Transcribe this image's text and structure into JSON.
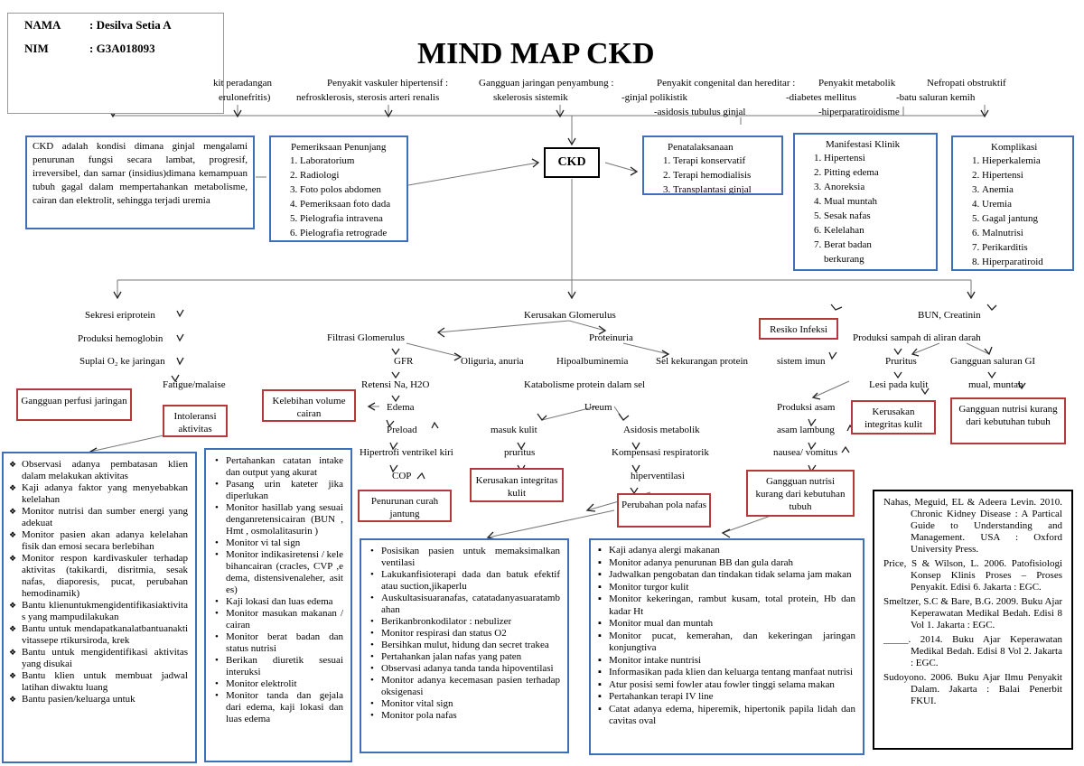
{
  "identity": {
    "nama_label": "NAMA",
    "nama_value": ": Desilva Setia A",
    "nim_label": "NIM",
    "nim_value": ": G3A018093"
  },
  "title": "MIND MAP CKD",
  "causes": {
    "c1a": "kit peradangan",
    "c1b": "erulonefritis)",
    "c2a": "Penyakit vaskuler hipertensif :",
    "c2b": "nefrosklerosis, sterosis arteri renalis",
    "c3a": "Gangguan jaringan penyambung :",
    "c3b": "skelerosis sistemik",
    "c4a": "Penyakit congenital dan hereditar :",
    "c4b": "-ginjal polikistik",
    "c4c": "-asidosis tubulus ginjal",
    "c5a": "Penyakit metabolik",
    "c5b": "-diabetes mellitus",
    "c5c": "-hiperparatiroidisme",
    "c6a": "Nefropati obstruktif",
    "c6b": "-batu saluran kemih"
  },
  "definition": "CKD adalah kondisi dimana ginjal mengalami penurunan fungsi secara lambat, progresif, irreversibel, dan samar (insidius)dimana kemampuan tubuh gagal dalam mempertahankan metabolisme, cairan dan elektrolit, sehingga terjadi uremia",
  "pemeriksaan": {
    "title": "Pemeriksaan Penunjang",
    "items": [
      "Laboratorium",
      "Radiologi",
      "Foto polos abdomen",
      "Pemeriksaan foto dada",
      "Pielografia intravena",
      "Pielografia retrograde"
    ]
  },
  "center": "CKD",
  "penatalaksanaan": {
    "title": "Penatalaksanaan",
    "items": [
      "Terapi konservatif",
      "Terapi hemodialisis",
      "Transplantasi ginjal"
    ]
  },
  "manifestasi": {
    "title": "Manifestasi Klinik",
    "items": [
      "Hipertensi",
      "Pitting edema",
      "Anoreksia",
      "Mual muntah",
      "Sesak nafas",
      "Kelelahan",
      "Berat badan berkurang"
    ]
  },
  "komplikasi": {
    "title": "Komplikasi",
    "items": [
      "Hieperkalemia",
      "Hipertensi",
      "Anemia",
      "Uremia",
      "Gagal jantung",
      "Malnutrisi",
      "Perikarditis",
      "Hiperparatiroid"
    ]
  },
  "flow": {
    "sekresi": "Sekresi eriprotein",
    "produksi_hb": "Produksi hemoglobin",
    "suplai": "Suplai O₂ ke jaringan",
    "fatigue": "Fatigue/malaise",
    "kerusakan_glom": "Kerusakan Glomerulus",
    "filtrasi": "Filtrasi Glomerulus",
    "proteinuria": "Proteinuria",
    "gfr": "GFR",
    "oliguria": "Oliguria, anuria",
    "hipoalb": "Hipoalbuminemia",
    "sel_kekurangan": "Sel kekurangan protein",
    "sistem_imun": "sistem imun",
    "retensi": "Retensi Na, H2O",
    "katabolisme": "Katabolisme protein dalam sel",
    "edema": "Edema",
    "ureum": "Ureum",
    "preload": "Preload",
    "masuk_kulit": "masuk kulit",
    "asidosis": "Asidosis metabolik",
    "hipertrofi": "Hipertrofi ventrikel kiri",
    "pruritus_mid": "pruritus",
    "kompensasi": "Kompensasi respiratorik",
    "cop": "COP",
    "hiperventilasi": "hiperventilasi",
    "bun": "BUN, Creatinin",
    "produksi_sampah": "Produksi sampah di aliran darah",
    "pruritus_r": "Pruritus",
    "gangguan_gi": "Gangguan saluran GI",
    "lesi": "Lesi pada kulit",
    "mual": "mual, muntah",
    "produksi_asam": "Produksi asam",
    "asam_lambung": "asam lambung",
    "nausea": "nausea/ vomitus"
  },
  "diagnoses": {
    "gangguan_perfusi": "Gangguan perfusi jaringan",
    "intoleransi": "Intoleransi aktivitas",
    "kelebihan": "Kelebihan volume cairan",
    "penurunan_curah": "Penurunan curah jantung",
    "kerusakan_kulit_mid": "Kerusakan integritas kulit",
    "perubahan_pola": "Perubahan pola nafas",
    "resiko_infeksi": "Resiko Infeksi",
    "kerusakan_kulit_r": "Kerusakan integritas kulit",
    "nutrisi_r": "Gangguan nutrisi kurang dari kebutuhan tubuh",
    "nutrisi_mid": "Gangguan nutrisi kurang dari kebutuhan tubuh"
  },
  "interv_aktivitas": [
    "Observasi adanya pembatasan klien dalam melakukan aktivitas",
    "Kaji adanya faktor yang menyebabkan kelelahan",
    "Monitor nutrisi dan sumber energi yang adekuat",
    "Monitor pasien akan adanya kelelahan fisik dan emosi secara berlebihan",
    "Monitor respon kardivaskuler terhadap aktivitas (takikardi, disritmia, sesak nafas, diaporesis, pucat, perubahan hemodinamik)",
    "Bantu klienuntukmengidentifikasiaktivitas yang mampudilakukan",
    "Bantu untuk mendapatkanalatbantuanaktivitassepe rtikursiroda, krek",
    "Bantu untuk mengidentifikasi aktivitas yang disukai",
    "Bantu klien untuk membuat jadwal latihan diwaktu luang",
    "Bantu pasien/keluarga untuk"
  ],
  "interv_cairan": [
    "Pertahankan catatan intake dan output yang akurat",
    "Pasang urin kateter jika diperlukan",
    "Monitor hasillab yang sesuaidenganretensicairan (BUN ,Hmt , osmolalitasurin )",
    "Monitor vi tal sign",
    "Monitor indikasiretensi / kelebihancairan (cracles, CVP ,edema, distensivenaleher, asites)",
    "Kaji lokasi dan luas edema",
    "Monitor masukan makanan / cairan",
    "Monitor berat badan dan status nutrisi",
    "Berikan diuretik sesuai interuksi",
    "Monitor elektrolit",
    "Monitor tanda dan gejala dari edema, kaji lokasi dan luas edema"
  ],
  "interv_nafas": [
    "Posisikan pasien untuk memaksimalkan ventilasi",
    "Lakukanfisioterapi dada dan batuk efektif atau suction,jikaperlu",
    "Auskultasisuaranafas, catatadanyasuaratambahan",
    "Berikanbronkodilator : nebulizer",
    "Monitor respirasi dan status O2",
    "Bersihkan mulut, hidung dan secret trakea",
    "Pertahankan jalan nafas yang paten",
    "Observasi adanya tanda tanda hipoventilasi",
    "Monitor adanya kecemasan pasien terhadap oksigenasi",
    "Monitor vital sign",
    "Monitor pola nafas"
  ],
  "interv_nutrisi": [
    "Kaji adanya alergi makanan",
    "Monitor adanya penurunan BB dan gula darah",
    "Jadwalkan pengobatan dan tindakan tidak selama jam makan",
    "Monitor turgor kulit",
    "Monitor kekeringan, rambut kusam, total protein, Hb dan kadar Ht",
    "Monitor mual dan muntah",
    "Monitor pucat, kemerahan, dan kekeringan jaringan konjungtiva",
    "Monitor intake nuntrisi",
    "Informasikan pada klien dan keluarga tentang manfaat nutrisi",
    "Atur posisi semi fowler atau fowler tinggi selama makan",
    "Pertahankan terapi IV line",
    "Catat adanya edema, hiperemik, hipertonik papila lidah dan cavitas oval"
  ],
  "references": [
    "Nahas, Meguid, EL & Adeera Levin. 2010. Chronic Kidney Disease : A Partical Guide to Understanding and Management. USA : Oxford University Press.",
    "Price, S & Wilson, L. 2006. Patofisiologi Konsep Klinis Proses – Proses Penyakit. Edisi 6. Jakarta : EGC.",
    "Smeltzer, S.C & Bare, B.G. 2009. Buku Ajar Keperawatan Medikal Bedah. Edisi 8 Vol 1. Jakarta : EGC.",
    "_____. 2014. Buku Ajar Keperawatan Medikal Bedah. Edisi 8 Vol 2. Jakarta : EGC.",
    "Sudoyono. 2006. Buku Ajar Ilmu Penyakit Dalam. Jakarta : Balai Penerbit FKUI."
  ]
}
